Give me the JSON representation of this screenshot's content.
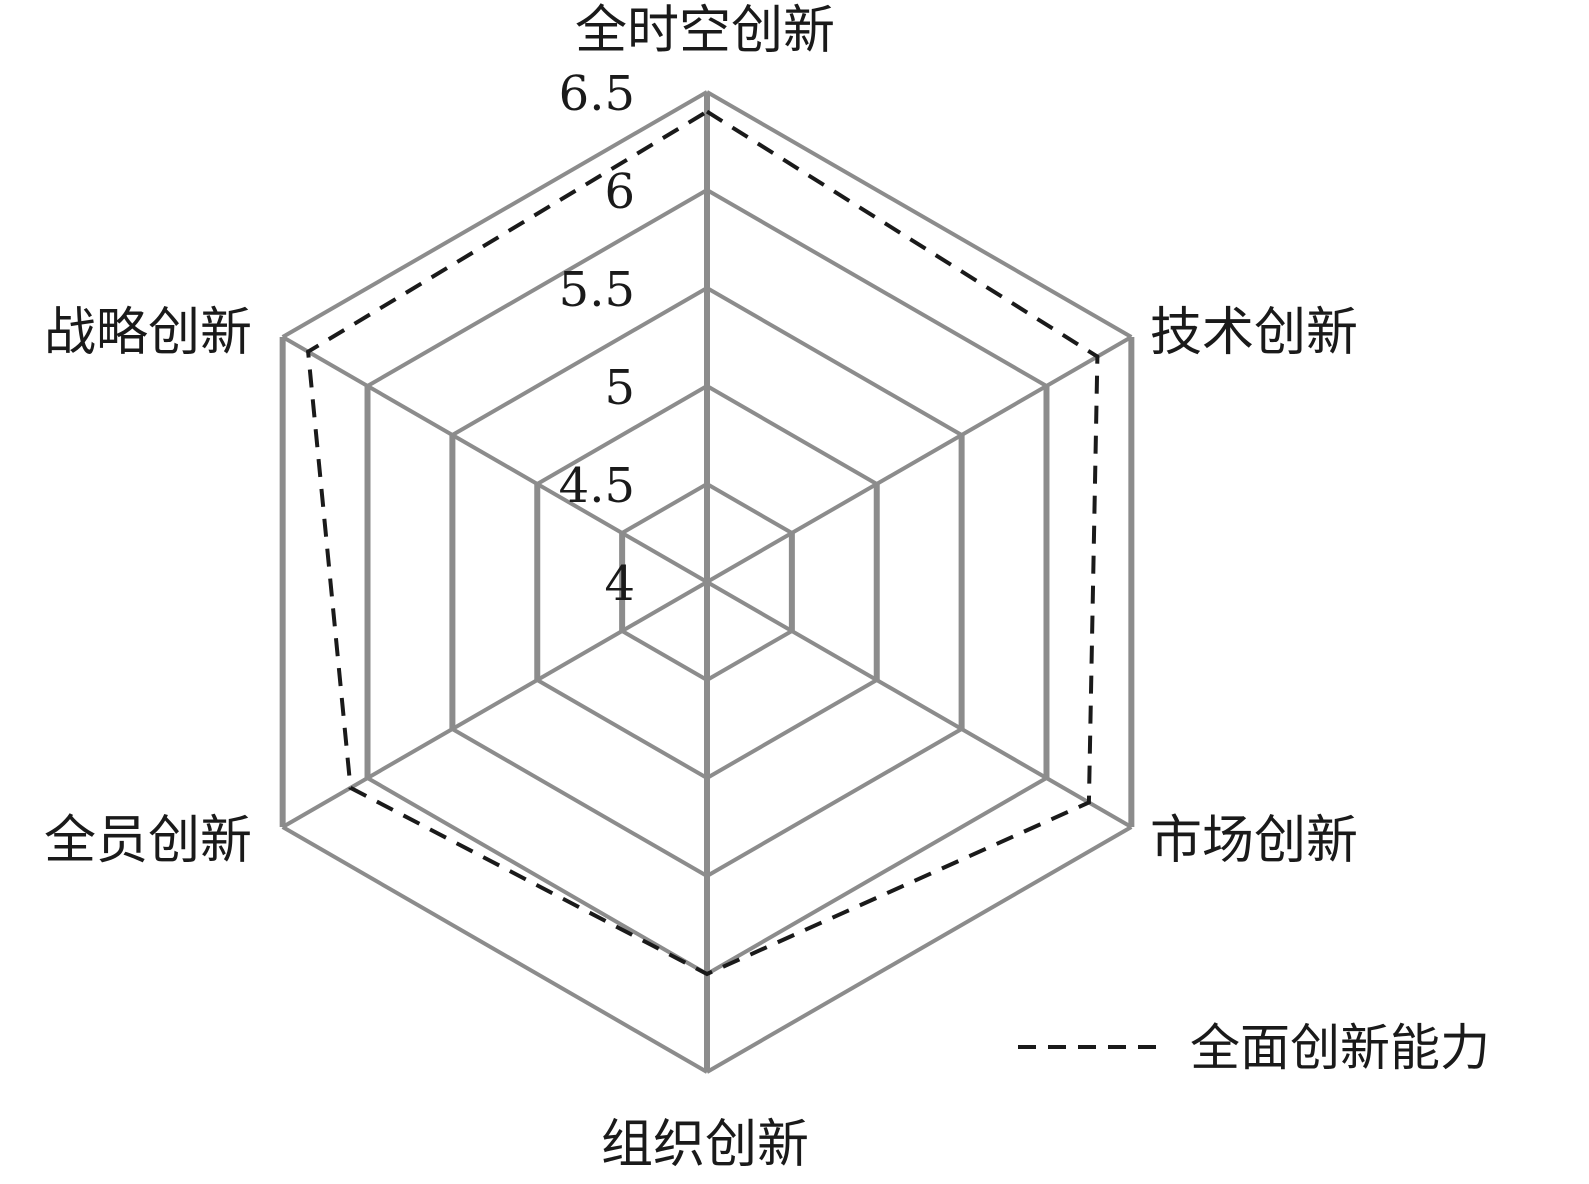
{
  "chart_data": {
    "type": "radar",
    "axes": [
      "全时空创新",
      "技术创新",
      "市场创新",
      "组织创新",
      "全员创新",
      "战略创新"
    ],
    "range": [
      4,
      6.5
    ],
    "ticks": [
      "4",
      "4.5",
      "5",
      "5.5",
      "6",
      "6.5"
    ],
    "series": [
      {
        "name": "全面创新能力",
        "values": [
          6.4,
          6.3,
          6.25,
          6.0,
          6.1,
          6.35
        ],
        "color": "#1a1a1a",
        "line_style": "dashed"
      }
    ],
    "grid_color": "#8c8c8c",
    "legend": "bottom-right",
    "grid": true
  }
}
